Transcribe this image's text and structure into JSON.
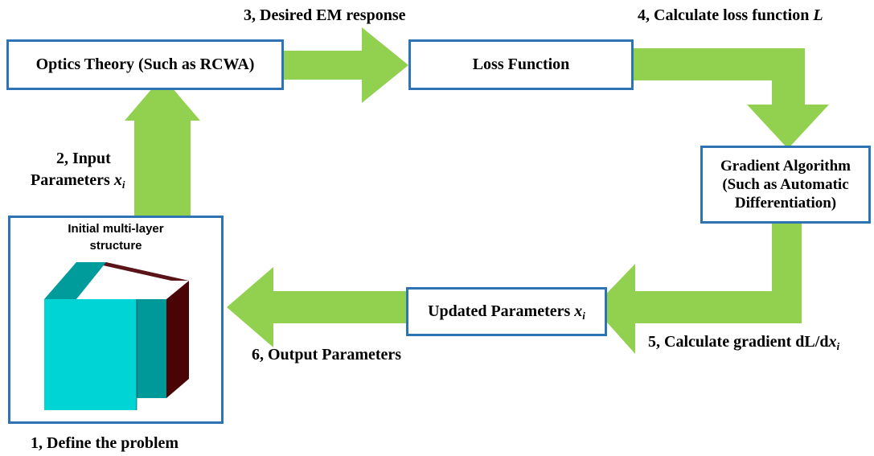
{
  "colors": {
    "arrow": "#92d050",
    "box_border": "#2e74b5",
    "cube_front": "#00d4d4",
    "cube_top_left": "#009b9b",
    "cube_top_right": "#5a1418",
    "cube_side_left": "#009999",
    "cube_side_right": "#4a0406"
  },
  "boxes": {
    "optics": {
      "text": "Optics Theory (Such as RCWA)"
    },
    "loss": {
      "text": "Loss Function"
    },
    "gradient": {
      "line1": "Gradient Algorithm",
      "line2": "(Such as Automatic",
      "line3": "Differentiation)"
    },
    "updated": {
      "text": "Updated Parameters ",
      "var": "x",
      "sub": "i"
    },
    "initial": {
      "line1": "Initial  multi-layer",
      "line2": "structure"
    }
  },
  "steps": {
    "s1": {
      "text": "1, Define the problem"
    },
    "s2": {
      "line1": "2, Input",
      "line2": "Parameters ",
      "var": "x",
      "sub": "i"
    },
    "s3": {
      "text": "3, Desired EM response"
    },
    "s4": {
      "text": "4, Calculate loss function ",
      "var": "L"
    },
    "s5": {
      "text": "5, Calculate gradient dL/d",
      "var": "x",
      "sub": "i"
    },
    "s6": {
      "text": "6, Output Parameters"
    }
  }
}
